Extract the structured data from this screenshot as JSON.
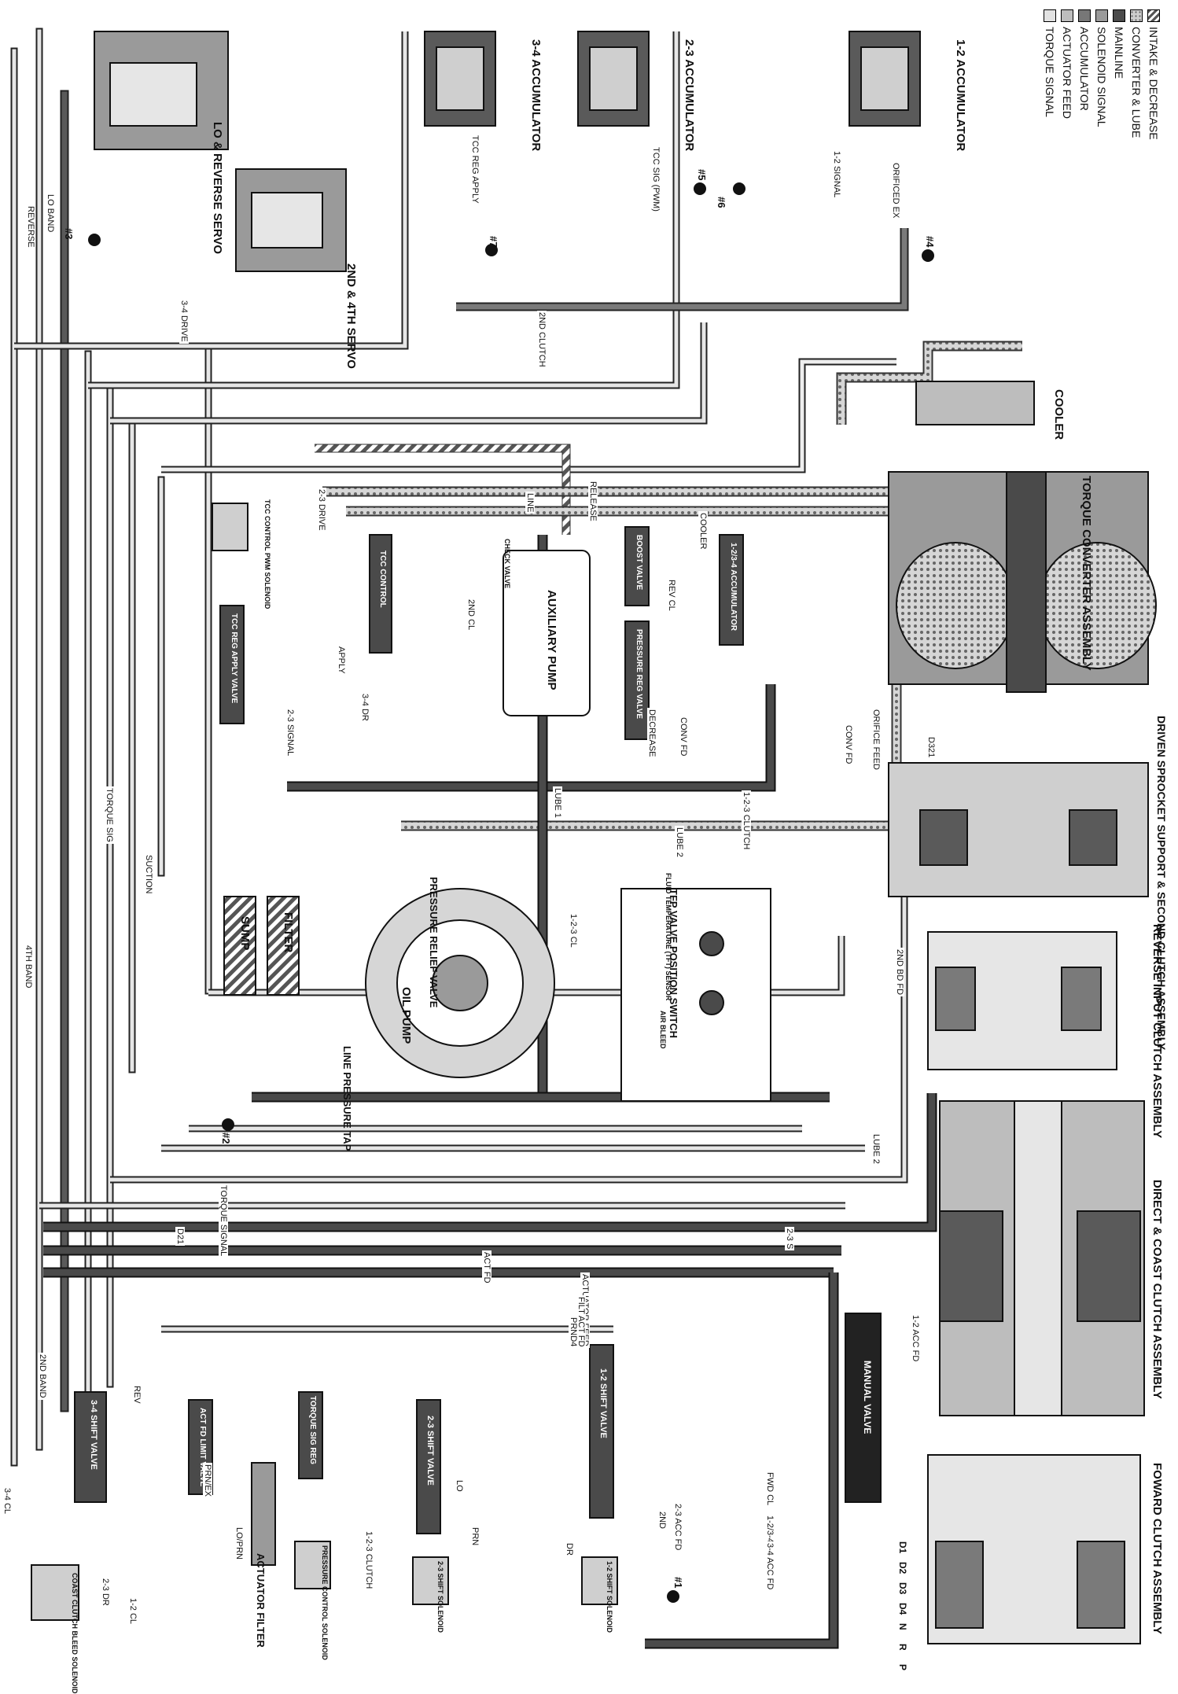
{
  "legend": [
    {
      "label": "INTAKE & DECREASE",
      "color": "#7a7a7a",
      "pattern": "hatch"
    },
    {
      "label": "CONVERTER & LUBE",
      "color": "#cfcfcf",
      "pattern": "dots"
    },
    {
      "label": "MAINLINE",
      "color": "#4a4a4a",
      "pattern": "solid"
    },
    {
      "label": "SOLENOID SIGNAL",
      "color": "#9a9a9a",
      "pattern": "solid"
    },
    {
      "label": "ACCUMULATOR",
      "color": "#777777",
      "pattern": "solid"
    },
    {
      "label": "ACTUATOR FEED",
      "color": "#bdbdbd",
      "pattern": "solid"
    },
    {
      "label": "TORQUE SIGNAL",
      "color": "#e2e2e2",
      "pattern": "solid"
    }
  ],
  "components": {
    "acc_34": "3-4 ACCUMULATOR",
    "acc_23": "2-3 ACCUMULATOR",
    "acc_12": "1-2 ACCUMULATOR",
    "lo_rev_servo": "LO & REVERSE SERVO",
    "servo_24": "2ND & 4TH SERVO",
    "cooler": "COOLER",
    "torque_converter": "TORQUE CONVERTER ASSEMBLY",
    "driven_sprocket": "DRIVEN SPROCKET SUPPORT & SECOND CLUTCH ASSEMBLY",
    "reverse_input": "REVERSE INPUT CLUTCH ASSEMBLY",
    "direct_coast": "DIRECT & COAST CLUTCH ASSEMBLY",
    "forward_clutch": "FOWARD CLUTCH ASSEMBLY",
    "auxiliary_pump": "AUXILIARY PUMP",
    "oil_pump": "OIL PUMP",
    "filter": "FILTER",
    "sump": "SUMP",
    "pressure_relief": "PRESSURE RELIEF VALVE",
    "line_pressure_tap": "LINE PRESSURE TAP",
    "tfp_switch": "TFP VALVE POSITION SWITCH",
    "actuator_filter": "ACTUATOR FILTER",
    "manual_valve": "MANUAL VALVE",
    "shift_34": "3-4 SHIFT VALVE",
    "shift_23": "2-3 SHIFT VALVE",
    "shift_12": "1-2 SHIFT VALVE",
    "act_fd_limit": "ACT FD LIMIT VALVE",
    "torque_sig_reg": "TORQUE SIG REG",
    "tcc_reg_apply": "TCC REG APPLY VALVE",
    "tcc_control": "TCC CONTROL",
    "boost_valve": "BOOST VALVE",
    "pressure_reg": "PRESSURE REG VALVE",
    "acc_1234": "1-2/3-4 ACCUMULATOR",
    "tcc_pwm_sol": "TCC CONTROL PWM SOLENOID",
    "pc_solenoid": "PRESSURE CONTROL SOLENOID",
    "coast_bleed": "COAST CLUTCH BLEED SOLENOID",
    "check_valve": "CHECK VALVE",
    "fluid_temp": "FLUID TEMPERATURE (TFT) SENSOR",
    "sol_23": "2-3 SHIFT SOLENOID",
    "sol_12": "1-2 SHIFT SOLENOID",
    "air_bleed": "AIR BLEED"
  },
  "checkballs": [
    "#1",
    "#2",
    "#3",
    "#4",
    "#5",
    "#6",
    "#7"
  ],
  "gear_positions": [
    "D1",
    "D2",
    "D3",
    "D4",
    "N",
    "R",
    "P"
  ],
  "passages": [
    "REVERSE",
    "LO BAND",
    "4TH BAND",
    "2ND BAND",
    "3-4 CL",
    "3-4 DRIVE",
    "2-3 DRIVE",
    "TORQUE SIG",
    "TORQUE SIGNAL",
    "SUCTION",
    "APPLY",
    "RELEASE",
    "LINE",
    "COOLER",
    "LUBE 1",
    "LUBE 2",
    "CONV FD",
    "ORIFICE FEED",
    "DECREASE",
    "2ND CL",
    "REV CL",
    "1-2-3 CL",
    "1-2-3 CLUTCH",
    "D321",
    "2ND BD FD",
    "D21",
    "2-3 S",
    "ACT FD",
    "ACTUATOR FEED",
    "FILT ACT FD",
    "PRND4",
    "PRN",
    "PRN/EX",
    "LO/PRN",
    "FWD CL",
    "1-2/3-4 ACC",
    "3-4 ACC FD",
    "2-3 ACC FD",
    "1-2 ACC FD",
    "2ND CLUTCH",
    "TCC REG APPLY",
    "TCC SIG (PWM)",
    "ORIFICED EX",
    "1-2 SIGNAL",
    "2-3 SIGNAL",
    "3-4 DR",
    "2-3 DR",
    "1-2 CL",
    "1-2-3 CLUTCH",
    "REV",
    "LO",
    "DR",
    "2ND",
    "CONV FD",
    "LUBE 2"
  ]
}
